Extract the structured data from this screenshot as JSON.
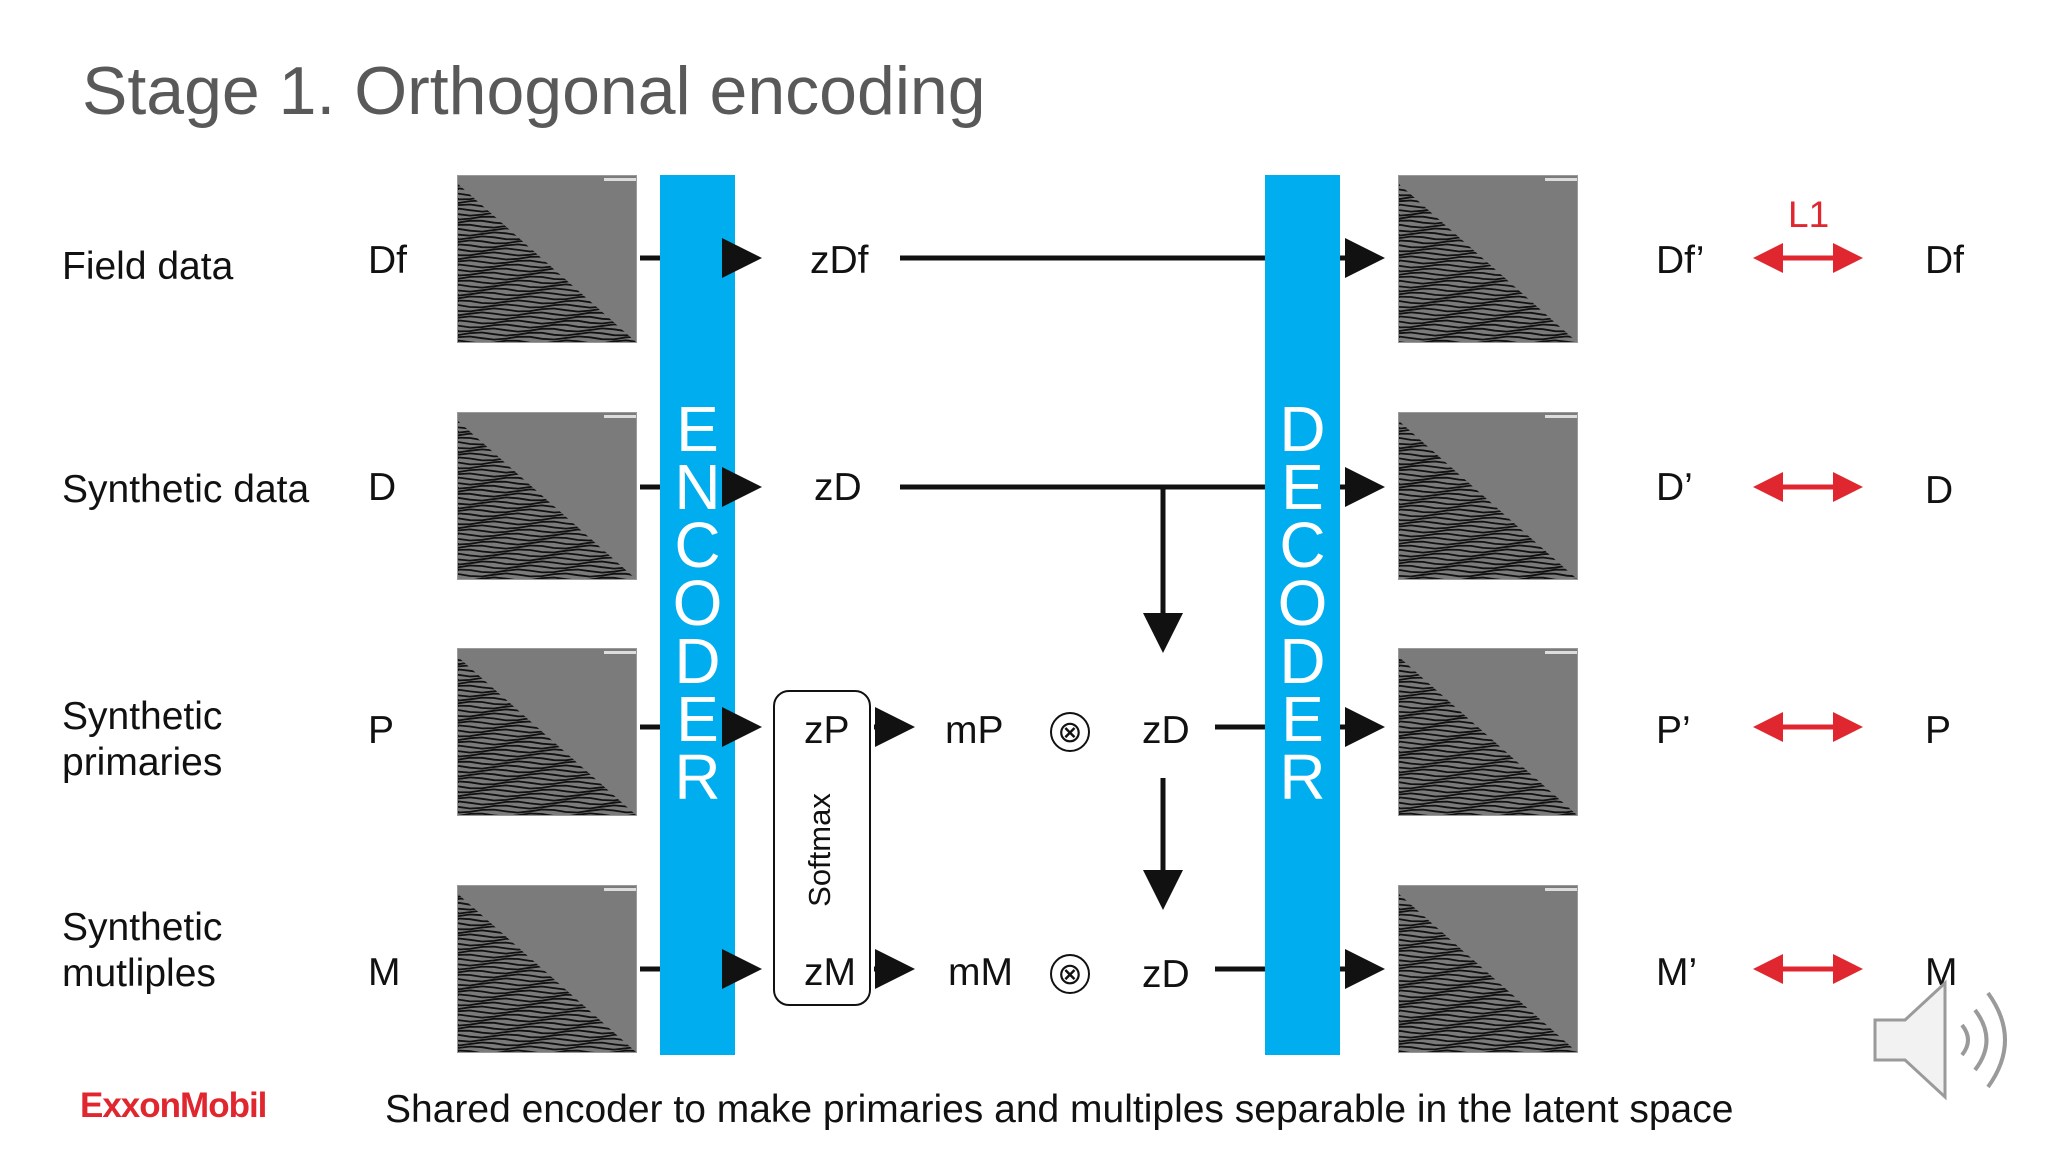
{
  "title": "Stage 1. Orthogonal encoding",
  "rows": [
    {
      "label": "Field data",
      "input": "Df",
      "latent": "zDf",
      "output": "Df’",
      "target": "Df"
    },
    {
      "label": "Synthetic data",
      "input": "D",
      "latent": "zD",
      "output": "D’",
      "target": "D"
    },
    {
      "label": "Synthetic primaries",
      "input": "P",
      "latent": "zP",
      "mask": "mP",
      "masked_latent": "zD",
      "output": "P’",
      "target": "P"
    },
    {
      "label": "Synthetic mutliples",
      "input": "M",
      "latent": "zM",
      "mask": "mM",
      "masked_latent": "zD",
      "output": "M’",
      "target": "M"
    }
  ],
  "encoder_label": "ENCODER",
  "decoder_label": "DECODER",
  "softmax_label": "Softmax",
  "loss_label": "L1",
  "multiply_symbol": "⊗",
  "logo_text": "ExxonMobil",
  "footer": "Shared encoder to make primaries and multiples separable in the latent space",
  "icons": [
    "speaker-icon"
  ],
  "colors": {
    "encoder_bar": "#00adef",
    "loss_arrow": "#e0262f",
    "logo": "#e0262f"
  }
}
